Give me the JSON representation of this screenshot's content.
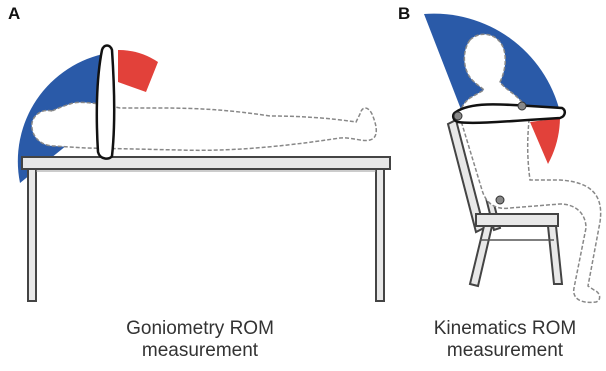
{
  "panels": [
    {
      "letter": "A",
      "caption_line1": "Goniometry ROM",
      "caption_line2": "measurement"
    },
    {
      "letter": "B",
      "caption_line1": "Kinematics ROM",
      "caption_line2": "measurement"
    }
  ],
  "colors": {
    "blue_arc": "#2a5aa8",
    "red_arc": "#e2413a",
    "outline": "#222222",
    "dashed": "#888888"
  }
}
